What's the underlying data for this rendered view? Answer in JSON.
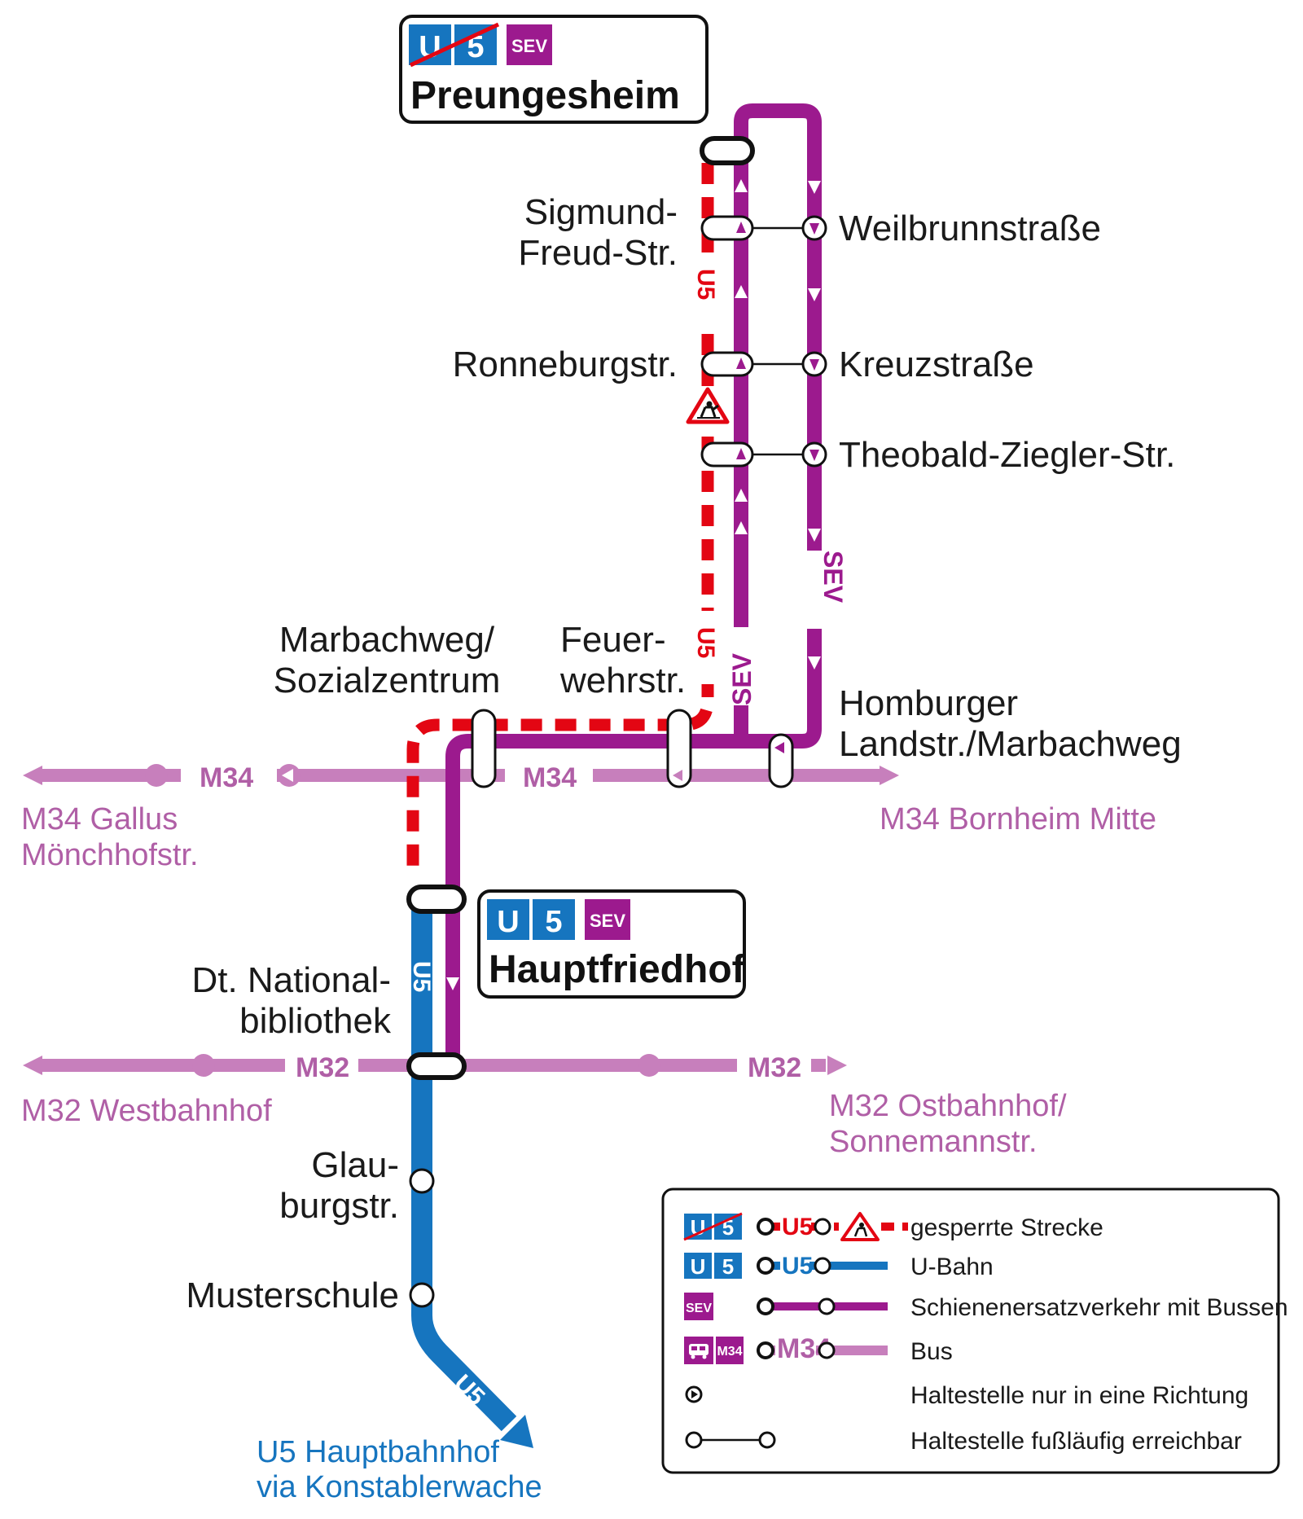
{
  "colors": {
    "u_bahn": "#1675bf",
    "sev": "#9c1a8e",
    "bus": "#c77fbc",
    "bus_text": "#b05fa6",
    "closed": "#e30613"
  },
  "terminals": {
    "north": {
      "line_badge": "U",
      "line_number": "5",
      "sev_badge": "SEV",
      "name": "Preungesheim",
      "crossed_out": true
    },
    "south": {
      "line_badge": "U",
      "line_number": "5",
      "sev_badge": "SEV",
      "name": "Hauptfriedhof",
      "crossed_out": false
    }
  },
  "stations": {
    "sigmund_1": "Sigmund-",
    "sigmund_2": "Freud-Str.",
    "ronneburg": "Ronneburgstr.",
    "weilbrunn": "Weilbrunnstraße",
    "kreuz": "Kreuzstraße",
    "theobald": "Theobald-Ziegler-Str.",
    "marbachweg_1": "Marbachweg/",
    "marbachweg_2": "Sozialzentrum",
    "feuer_1": "Feuer-",
    "feuer_2": "wehrstr.",
    "homburger_1": "Homburger",
    "homburger_2": "Landstr./Marbachweg",
    "dnb_1": "Dt. National-",
    "dnb_2": "bibliothek",
    "glau_1": "Glau-",
    "glau_2": "burgstr.",
    "musterschule": "Musterschule"
  },
  "line_tags": {
    "u5": "U5",
    "sev": "SEV",
    "m34": "M34",
    "m32": "M32"
  },
  "destinations": {
    "m34_west_1": "M34 Gallus",
    "m34_west_2": "Mönchhofstr.",
    "m34_east": "M34 Bornheim Mitte",
    "m32_west": "M32 Westbahnhof",
    "m32_east_1": "M32 Ostbahnhof/",
    "m32_east_2": "Sonnemannstr.",
    "u5_south_1": "U5 Hauptbahnhof",
    "u5_south_2": "via Konstablerwache"
  },
  "legend": {
    "badge_m34": "M34",
    "items": [
      {
        "label": "gesperrte Strecke",
        "sample_tag": "U5"
      },
      {
        "label": "U-Bahn",
        "sample_tag": "U5"
      },
      {
        "label": "Schienenersatzverkehr mit Bussen"
      },
      {
        "label": "Bus",
        "sample_tag": "M34"
      },
      {
        "label": "Haltestelle nur in eine Richtung"
      },
      {
        "label": "Haltestelle fußläufig erreichbar"
      }
    ]
  }
}
